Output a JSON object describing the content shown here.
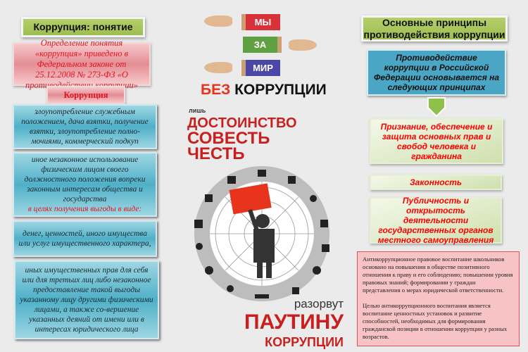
{
  "left": {
    "title": "Коррупция: понятие",
    "definition": "Определение понятия «коррупция» приведено в Федеральном законе от 25.12.2008 № 273-ФЗ «О противодействии коррупции»",
    "term": "Коррупция",
    "box1": "злоупотребление служебным положением, дача взятки, получение взятки, злоупотребление полно-мочиями, коммерческий подкуп",
    "box2": "иное незаконное использование физическим лицом своего должностного положения вопреки законным интересам общества и государства",
    "box2_red": "в целях получения выгоды в виде:",
    "box3": "денег, ценностей, иного имущества или услуг имущественного характера,",
    "box4": "иных имущественных прав для себя или для третьих лиц либо незаконное предоставление такой выгоды указанному лицу другими физическими лицами, а также со-вершение указанных деяний от имени или в интересах юридического лица"
  },
  "center": {
    "bars": [
      {
        "label": "МЫ",
        "color": "#d8313a"
      },
      {
        "label": "ЗА",
        "color": "#5fa142"
      },
      {
        "label": "МИР",
        "color": "#4a47a8"
      }
    ],
    "bez": "БЕЗ",
    "korrupcii": "КОРРУПЦИИ",
    "lish": "лишь",
    "values": [
      "ДОСТОИНСТВО",
      "СОВЕСТЬ",
      "ЧЕСТЬ"
    ],
    "razorvut": "разорвут",
    "pautinu": "ПАУТИНУ",
    "korrupcii2": "КОРРУПЦИИ",
    "accent": "#c8201e"
  },
  "right": {
    "title": "Основные принципы противодействия коррупции",
    "intro": "Противодействие коррупции в Российской Федерации основывается на следующих принципах",
    "principles": [
      "Признание, обеспечение и защита основных прав и свобод человека и гражданина",
      "Законность",
      "Публичность и открытость деятельности государственных органов местного самоуправления"
    ],
    "note1": "Антикоррупционное правовое воспитание школьников основано на повышении в обществе позитивного отношения к праву и его соблюдению; повышении уровня правовых знаний; формировании  у граждан представления о мерах юридической ответственности.",
    "note2": "Целью антикоррупционного воспитания является воспитание ценностных установок и развитие способностей, необходимых для формирования гражданской позиции в отношении коррупции у разных возрастов."
  }
}
